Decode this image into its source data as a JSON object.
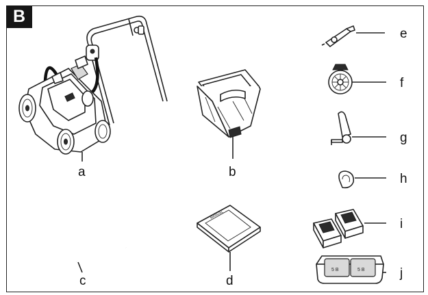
{
  "figure": {
    "section_label": "B",
    "manual_text": "MANUAL",
    "charger_slot_labels": [
      "5 B",
      "5 B"
    ]
  },
  "parts": [
    {
      "key": "a",
      "label": "a",
      "icon": "lawn-mower-icon"
    },
    {
      "key": "b",
      "label": "b",
      "icon": "grass-bag-icon"
    },
    {
      "key": "c",
      "label": "c",
      "icon": "lower-handle-icon"
    },
    {
      "key": "d",
      "label": "d",
      "icon": "manual-icon"
    },
    {
      "key": "e",
      "label": "e",
      "icon": "safety-key-icon"
    },
    {
      "key": "f",
      "label": "f",
      "icon": "cable-clip-icon"
    },
    {
      "key": "g",
      "label": "g",
      "icon": "handle-lever-icon"
    },
    {
      "key": "h",
      "label": "h",
      "icon": "cable-tie-icon"
    },
    {
      "key": "i",
      "label": "i",
      "icon": "battery-pack-icon"
    },
    {
      "key": "j",
      "label": "j",
      "icon": "battery-charger-icon"
    }
  ]
}
